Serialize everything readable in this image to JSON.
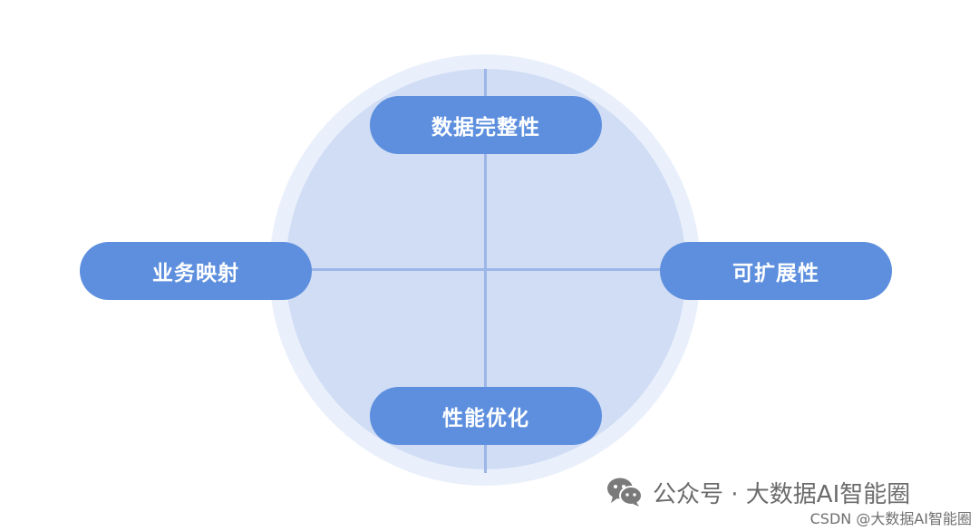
{
  "diagram": {
    "top_label": "数据完整性",
    "left_label": "业务映射",
    "right_label": "可扩展性",
    "bottom_label": "性能优化"
  },
  "watermark": {
    "icon": "wechat-icon",
    "text": "公众号 · 大数据AI智能圈"
  },
  "credit": "CSDN @大数据AI智能圈",
  "colors": {
    "pill": "#5d8fde",
    "inner_circle": "#d0ddf5",
    "outer_ring": "#eaf0fb",
    "axis": "#9cb6e8"
  }
}
